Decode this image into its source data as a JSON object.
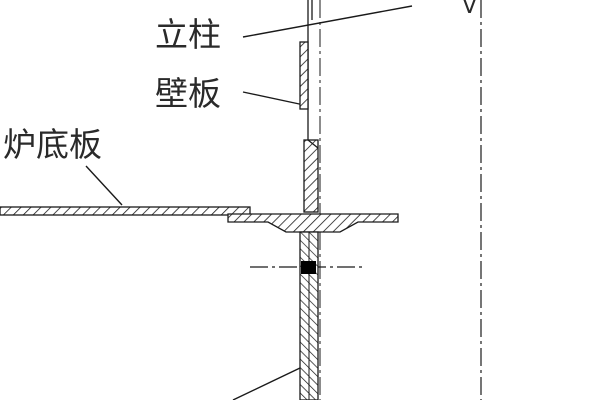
{
  "labels": {
    "column": "立柱",
    "wall_panel": "壁板",
    "furnace_floor": "炉底板",
    "corner_mark": "V"
  }
}
